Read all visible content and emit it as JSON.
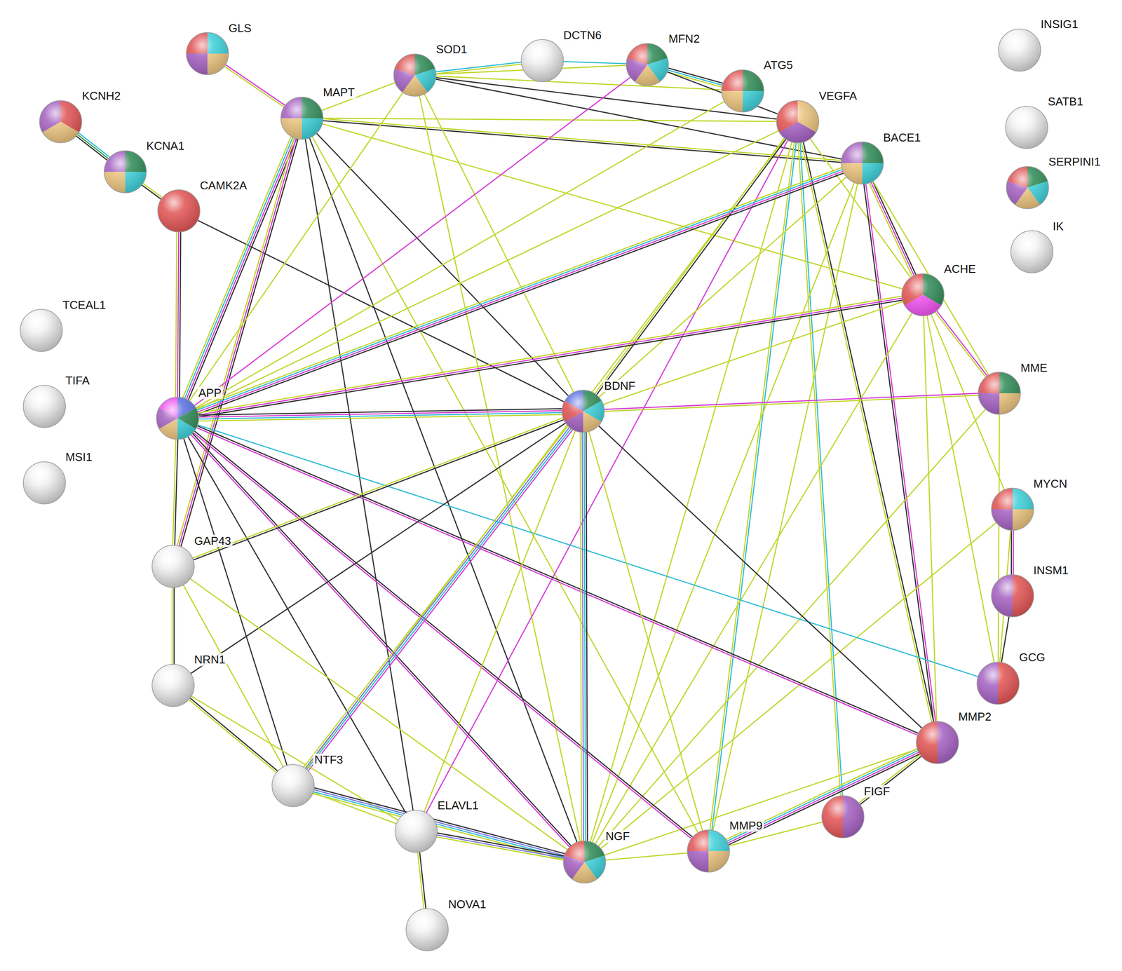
{
  "diagram": {
    "nodes": [
      {
        "text": [
          "GLS"
        ]
      },
      {
        "text": [
          "KCNH2"
        ]
      },
      {
        "text": [
          "KCNA1"
        ]
      },
      {
        "text": [
          "CAMK2A"
        ]
      },
      {
        "text": [
          "MAPT"
        ]
      },
      {
        "text": [
          "SOD1"
        ]
      },
      {
        "text": [
          "DCTN6"
        ]
      },
      {
        "text": [
          "MFN2"
        ]
      },
      {
        "text": [
          "ATG5"
        ]
      },
      {
        "text": [
          "VEGFA"
        ]
      },
      {
        "text": [
          "BACE1"
        ]
      },
      {
        "text": [
          "INSIG1"
        ]
      },
      {
        "text": [
          "SATB1"
        ]
      },
      {
        "text": [
          "SERPINI1"
        ]
      },
      {
        "text": [
          "IK"
        ]
      },
      {
        "text": [
          "ACHE"
        ]
      },
      {
        "text": [
          "TCEAL1"
        ]
      },
      {
        "text": [
          "TIFA"
        ]
      },
      {
        "text": [
          "MSI1"
        ]
      },
      {
        "text": [
          "APP"
        ]
      },
      {
        "text": [
          "BDNF"
        ]
      },
      {
        "text": [
          "MME"
        ]
      },
      {
        "text": [
          "MYCN"
        ]
      },
      {
        "text": [
          "INSM1"
        ]
      },
      {
        "text": [
          "GAP43"
        ]
      },
      {
        "text": [
          "NRN1"
        ]
      },
      {
        "text": [
          "GCG"
        ]
      },
      {
        "text": [
          "MMP2"
        ]
      },
      {
        "text": [
          "NTF3"
        ]
      },
      {
        "text": [
          "FIGF"
        ]
      },
      {
        "text": [
          "ELAVL1"
        ]
      },
      {
        "text": [
          "MMP9"
        ]
      },
      {
        "text": [
          "NGF"
        ]
      },
      {
        "text": [
          "NOVA1"
        ]
      }
    ],
    "edges": [
      {
        "from": 0,
        "to": 4,
        "arrow": "none"
      },
      {
        "from": 1,
        "to": 2,
        "arrow": "none"
      },
      {
        "from": 2,
        "to": 3,
        "arrow": "none"
      },
      {
        "from": 3,
        "to": 19,
        "arrow": "none"
      },
      {
        "from": 3,
        "to": 20,
        "arrow": "none"
      },
      {
        "from": 4,
        "to": 5,
        "arrow": "none"
      },
      {
        "from": 4,
        "to": 19,
        "arrow": "none"
      },
      {
        "from": 4,
        "to": 9,
        "arrow": "none"
      },
      {
        "from": 4,
        "to": 10,
        "arrow": "none"
      },
      {
        "from": 4,
        "to": 15,
        "arrow": "none"
      },
      {
        "from": 4,
        "to": 20,
        "arrow": "none"
      },
      {
        "from": 4,
        "to": 24,
        "arrow": "none"
      },
      {
        "from": 4,
        "to": 30,
        "arrow": "none"
      },
      {
        "from": 4,
        "to": 32,
        "arrow": "none"
      },
      {
        "from": 4,
        "to": 31,
        "arrow": "none"
      },
      {
        "from": 5,
        "to": 6,
        "arrow": "none"
      },
      {
        "from": 5,
        "to": 7,
        "arrow": "none"
      },
      {
        "from": 5,
        "to": 8,
        "arrow": "none"
      },
      {
        "from": 5,
        "to": 9,
        "arrow": "none"
      },
      {
        "from": 5,
        "to": 10,
        "arrow": "none"
      },
      {
        "from": 5,
        "to": 19,
        "arrow": "none"
      },
      {
        "from": 5,
        "to": 32,
        "arrow": "none"
      },
      {
        "from": 5,
        "to": 20,
        "arrow": "none"
      },
      {
        "from": 6,
        "to": 7,
        "arrow": "none"
      },
      {
        "from": 7,
        "to": 8,
        "arrow": "none"
      },
      {
        "from": 7,
        "to": 19,
        "arrow": "none"
      },
      {
        "from": 7,
        "to": 9,
        "arrow": "none"
      },
      {
        "from": 8,
        "to": 19,
        "arrow": "none"
      },
      {
        "from": 9,
        "to": 19,
        "arrow": "none"
      },
      {
        "from": 9,
        "to": 20,
        "arrow": "none"
      },
      {
        "from": 9,
        "to": 32,
        "arrow": "none"
      },
      {
        "from": 9,
        "to": 31,
        "arrow": "none"
      },
      {
        "from": 9,
        "to": 27,
        "arrow": "none"
      },
      {
        "from": 9,
        "to": 29,
        "arrow": "none"
      },
      {
        "from": 9,
        "to": 30,
        "arrow": "none"
      },
      {
        "from": 9,
        "to": 15,
        "arrow": "none"
      },
      {
        "from": 9,
        "to": 28,
        "arrow": "none"
      },
      {
        "from": 10,
        "to": 19,
        "arrow": "none"
      },
      {
        "from": 10,
        "to": 15,
        "arrow": "none"
      },
      {
        "from": 10,
        "to": 27,
        "arrow": "none"
      },
      {
        "from": 10,
        "to": 20,
        "arrow": "none"
      },
      {
        "from": 10,
        "to": 32,
        "arrow": "none"
      },
      {
        "from": 10,
        "to": 21,
        "arrow": "none"
      },
      {
        "from": 10,
        "to": 31,
        "arrow": "none"
      },
      {
        "from": 15,
        "to": 19,
        "arrow": "none"
      },
      {
        "from": 15,
        "to": 20,
        "arrow": "none"
      },
      {
        "from": 15,
        "to": 21,
        "arrow": "none"
      },
      {
        "from": 15,
        "to": 22,
        "arrow": "none"
      },
      {
        "from": 15,
        "to": 32,
        "arrow": "none"
      },
      {
        "from": 15,
        "to": 27,
        "arrow": "none"
      },
      {
        "from": 15,
        "to": 26,
        "arrow": "none"
      },
      {
        "from": 20,
        "to": 21,
        "arrow": "none"
      },
      {
        "from": 21,
        "to": 26,
        "arrow": "none"
      },
      {
        "from": 21,
        "to": 32,
        "arrow": "none"
      },
      {
        "from": 22,
        "to": 23,
        "arrow": "none"
      },
      {
        "from": 22,
        "to": 26,
        "arrow": "none"
      },
      {
        "from": 22,
        "to": 32,
        "arrow": "none"
      },
      {
        "from": 23,
        "to": 26,
        "arrow": "none"
      },
      {
        "from": 19,
        "to": 26,
        "arrow": "none"
      },
      {
        "from": 19,
        "to": 27,
        "arrow": "none"
      },
      {
        "from": 20,
        "to": 27,
        "arrow": "none"
      },
      {
        "from": 27,
        "to": 29,
        "arrow": "none"
      },
      {
        "from": 27,
        "to": 31,
        "arrow": "none"
      },
      {
        "from": 27,
        "to": 32,
        "arrow": "none"
      },
      {
        "from": 19,
        "to": 20,
        "arrow": "none"
      },
      {
        "from": 19,
        "to": 24,
        "arrow": "none"
      },
      {
        "from": 19,
        "to": 28,
        "arrow": "none"
      },
      {
        "from": 19,
        "to": 32,
        "arrow": "none"
      },
      {
        "from": 19,
        "to": 31,
        "arrow": "none"
      },
      {
        "from": 19,
        "to": 30,
        "arrow": "none"
      },
      {
        "from": 20,
        "to": 24,
        "arrow": "none"
      },
      {
        "from": 20,
        "to": 25,
        "arrow": "none"
      },
      {
        "from": 20,
        "to": 28,
        "arrow": "none"
      },
      {
        "from": 20,
        "to": 32,
        "arrow": "none"
      },
      {
        "from": 20,
        "to": 30,
        "arrow": "none"
      },
      {
        "from": 20,
        "to": 31,
        "arrow": "none"
      },
      {
        "from": 24,
        "to": 25,
        "arrow": "none"
      },
      {
        "from": 24,
        "to": 28,
        "arrow": "none"
      },
      {
        "from": 24,
        "to": 32,
        "arrow": "none"
      },
      {
        "from": 25,
        "to": 28,
        "arrow": "none"
      },
      {
        "from": 25,
        "to": 30,
        "arrow": "none"
      },
      {
        "from": 28,
        "to": 30,
        "arrow": "none"
      },
      {
        "from": 28,
        "to": 32,
        "arrow": "none"
      },
      {
        "from": 30,
        "to": 32,
        "arrow": "none"
      },
      {
        "from": 30,
        "to": 33,
        "arrow": "none"
      },
      {
        "from": 32,
        "to": 31,
        "arrow": "none"
      },
      {
        "from": 31,
        "to": 29,
        "arrow": "none"
      }
    ]
  }
}
